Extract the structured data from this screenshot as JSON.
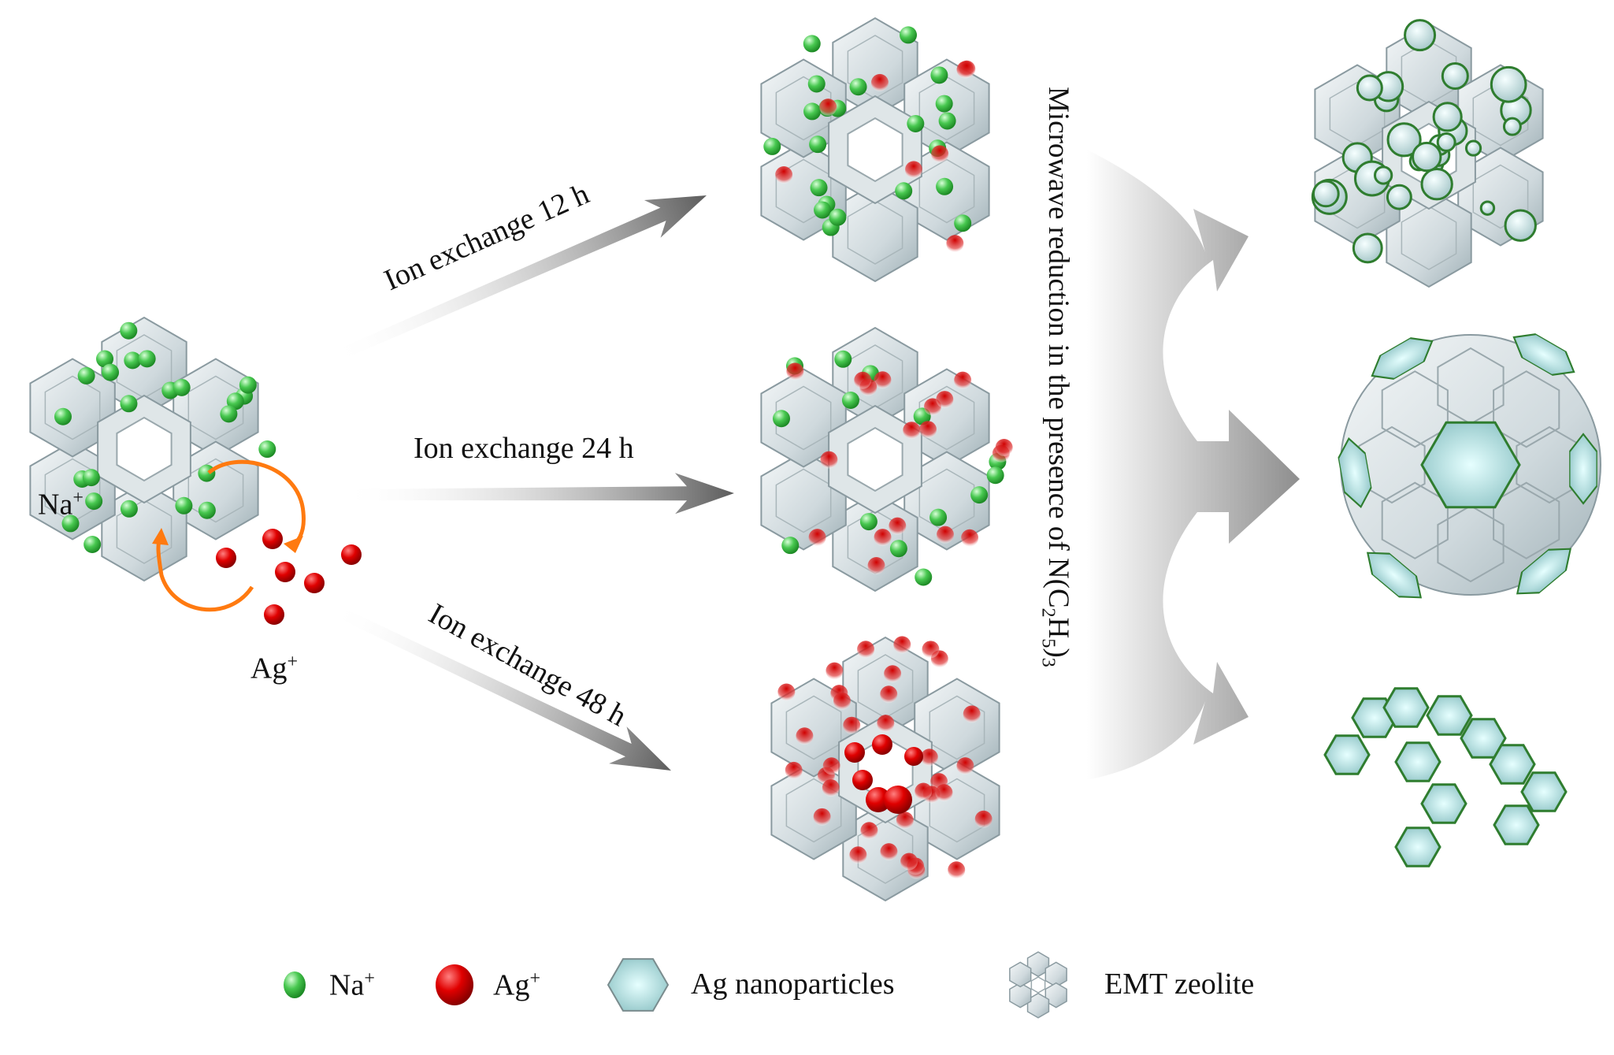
{
  "labels": {
    "na_label": "Na",
    "ag_label": "Ag",
    "plus": "+",
    "step_12h": "Ion exchange 12 h",
    "step_24h": "Ion exchange 24 h",
    "step_48h": "Ion exchange 48 h",
    "reduction_main": "Microwave reduction in the presence of N(C",
    "reduction_sub2": "2",
    "reduction_h": "H",
    "reduction_sub5": "5",
    "reduction_close": ")",
    "reduction_sub3": "3"
  },
  "legend": {
    "na": "Na",
    "ag": "Ag",
    "plus": "+",
    "nanoparticles": "Ag nanoparticles",
    "zeolite": "EMT zeolite"
  },
  "colors": {
    "na": "#3fc24a",
    "ag": "#d40000",
    "nanoparticle": "#b8e4e4",
    "nanoparticle_edge": "#2f7d2f",
    "zeolite": "#cdd8dc",
    "exchange_arrow": "#ff7a10",
    "arrow": "#666666"
  }
}
